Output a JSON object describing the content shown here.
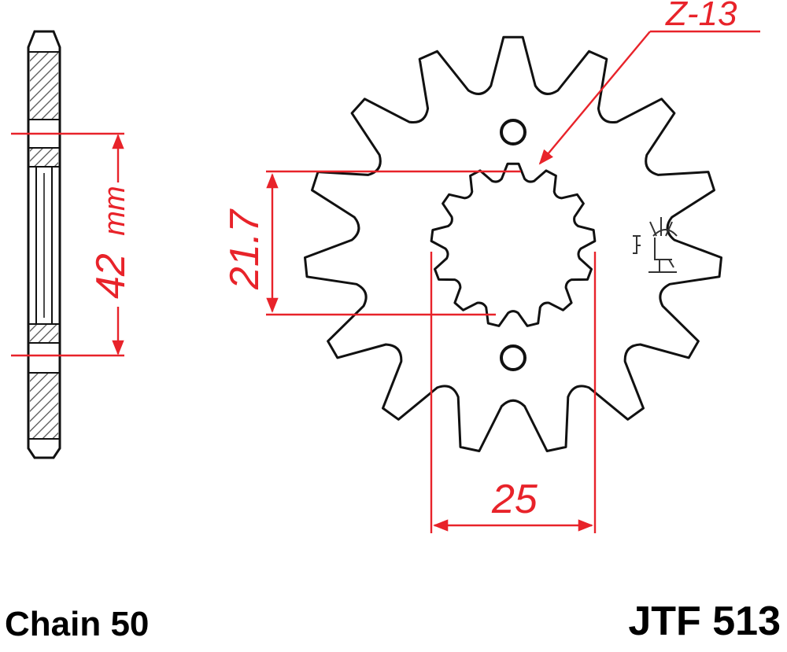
{
  "dimensions": {
    "width_label": "42",
    "width_unit": "mm",
    "spline_height": "21.7",
    "bore_width": "25",
    "spline_teeth": "Z-13"
  },
  "footer": {
    "chain": "Chain 50",
    "part_number": "JTF 513"
  },
  "colors": {
    "dimension": "#e8232a",
    "outline": "#111111",
    "hatch": "#555555"
  },
  "icons": {
    "rotation_mark": "rotation-direction-icon"
  }
}
